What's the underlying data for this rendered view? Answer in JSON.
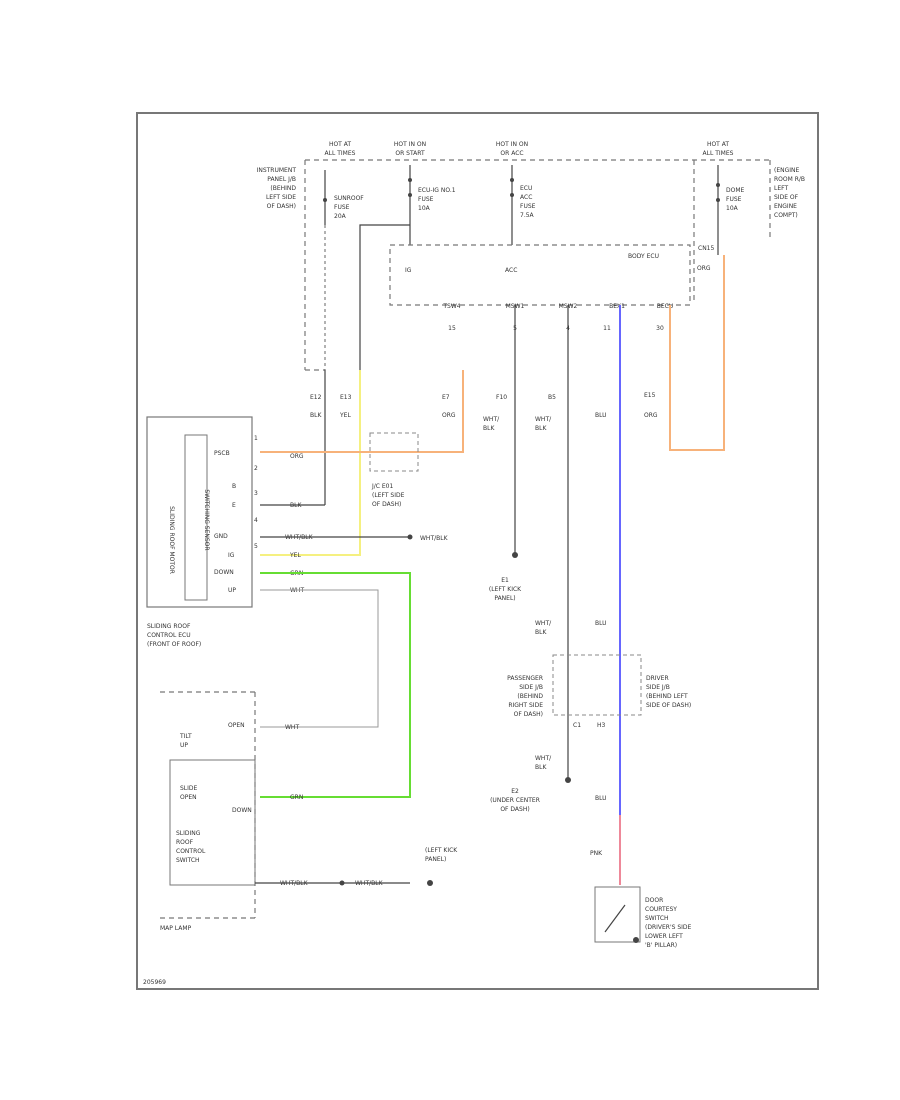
{
  "power": {
    "hot_at_all_times_left": [
      "HOT AT",
      "ALL TIMES"
    ],
    "hot_in_on_or_start": [
      "HOT IN ON",
      "OR START"
    ],
    "hot_in_on_or_acc": [
      "HOT IN ON",
      "OR ACC"
    ],
    "hot_at_all_times_right": [
      "HOT AT",
      "ALL TIMES"
    ]
  },
  "fuses": {
    "sunroof": [
      "SUNROOF",
      "FUSE",
      "20A"
    ],
    "ecu_ig": [
      "ECU-IG NO.1",
      "FUSE",
      "10A"
    ],
    "ecu_acc": [
      "ECU",
      "ACC",
      "FUSE",
      "7.5A"
    ],
    "dome": [
      "DOME",
      "FUSE",
      "10A"
    ]
  },
  "locations": {
    "instrument_panel": [
      "INSTRUMENT",
      "PANEL J/B",
      "(BEHIND",
      "LEFT SIDE",
      "OF DASH)"
    ],
    "engine_room": [
      "(ENGINE",
      "ROOM R/B",
      "LEFT",
      "SIDE OF",
      "ENGINE",
      "COMPT)"
    ]
  },
  "main_body_ecu": {
    "pins": [
      "IG",
      "ACC"
    ],
    "label": "BODY ECU",
    "bottom_pins": [
      "TSW4",
      "MSW1",
      "MSW2",
      "BEX1",
      "BECU"
    ],
    "terminals": [
      "15",
      "5",
      "4",
      "11",
      "30"
    ],
    "right_pin": "CN15",
    "right_color": "ORG"
  },
  "wires": {
    "c1": {
      "terminal": "E12",
      "color": "BLK"
    },
    "c2": {
      "terminal": "E13",
      "color": "YEL"
    },
    "c3": {
      "terminal": "E7",
      "color": "ORG"
    },
    "c4": {
      "terminal": "F10",
      "color": [
        "WHT/",
        "BLK"
      ]
    },
    "c5": {
      "terminal": "B5",
      "color": [
        "WHT/",
        "BLK"
      ]
    },
    "c6": {
      "color": "BLU"
    },
    "c7": {
      "terminal": "E15",
      "color": "ORG"
    }
  },
  "sliding_roof_motor": {
    "vertical_label": "SLIDING ROOF MOTOR",
    "switch_label": "SWITCHING SENSOR",
    "pins": [
      "1",
      "PSCB",
      "2",
      "B",
      "3",
      "E",
      "4",
      "GND",
      "5",
      "IG",
      "DOWN",
      "UP"
    ],
    "wire_colors": [
      "ORG",
      "BLK",
      "WHT/BLK",
      "YEL",
      "GRN",
      "WHT"
    ],
    "ground_label": "WHT/BLK",
    "caption": [
      "SLIDING ROOF",
      "CONTROL ECU",
      "(FRONT OF ROOF)"
    ]
  },
  "jc": {
    "label": [
      "J/C E01",
      "(LEFT SIDE",
      "OF DASH)"
    ]
  },
  "grounds": {
    "e1": [
      "E1",
      "(LEFT KICK",
      "PANEL)"
    ],
    "e2": [
      "E2",
      "(UNDER CENTER",
      "OF DASH)"
    ],
    "left_kick": [
      "(LEFT KICK",
      "PANEL)"
    ]
  },
  "door_switches": {
    "passenger": [
      "PASSENGER",
      "SIDE J/B",
      "(BEHIND",
      "RIGHT SIDE",
      "OF DASH)"
    ],
    "driver": [
      "DRIVER",
      "SIDE J/B",
      "(BEHIND LEFT",
      "SIDE OF DASH)"
    ],
    "wire_left": [
      "WHT/",
      "BLK"
    ],
    "wire_right": "BLU",
    "wire_bottom_left": [
      "WHT/",
      "BLK"
    ],
    "wire_bottom_right": "BLU",
    "pin_left": "C1",
    "pin_right": "H3"
  },
  "map_lamp": {
    "labels": [
      "TILT",
      "UP",
      "SLIDE",
      "OPEN"
    ],
    "pins": [
      "OPEN",
      "DOWN"
    ],
    "wires": [
      "WHT",
      "GRN",
      "WHT/BLK",
      "WHT/BLK"
    ],
    "caption": [
      "SLIDING",
      "ROOF",
      "CONTROL",
      "SWITCH"
    ],
    "lamp": "MAP LAMP"
  },
  "door_courtesy": {
    "caption": [
      "DOOR",
      "COURTESY",
      "SWITCH",
      "(DRIVER'S SIDE",
      "LOWER LEFT",
      "'B' PILLAR)"
    ],
    "wire": "PNK"
  },
  "footer": "205969",
  "colors": {
    "orange": "#f7b27a",
    "yellow": "#f5f080",
    "green": "#66dd33",
    "blue": "#6666ff",
    "pink": "#ee8899"
  }
}
